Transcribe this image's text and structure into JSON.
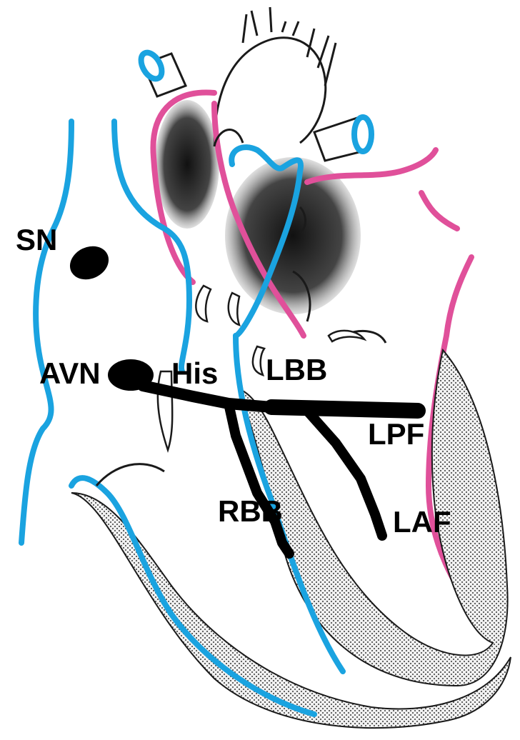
{
  "labels": {
    "sn": "SN",
    "avn": "AVN",
    "his": "His",
    "lbb": "LBB",
    "lpf": "LPF",
    "rbb": "RBB",
    "laf": "LAF"
  },
  "colors": {
    "venous": "#1aa3e0",
    "arterial": "#e0509a",
    "conduction": "#000000",
    "outline": "#1a1a1a",
    "myocardium_fill": "#e6e6e6"
  }
}
